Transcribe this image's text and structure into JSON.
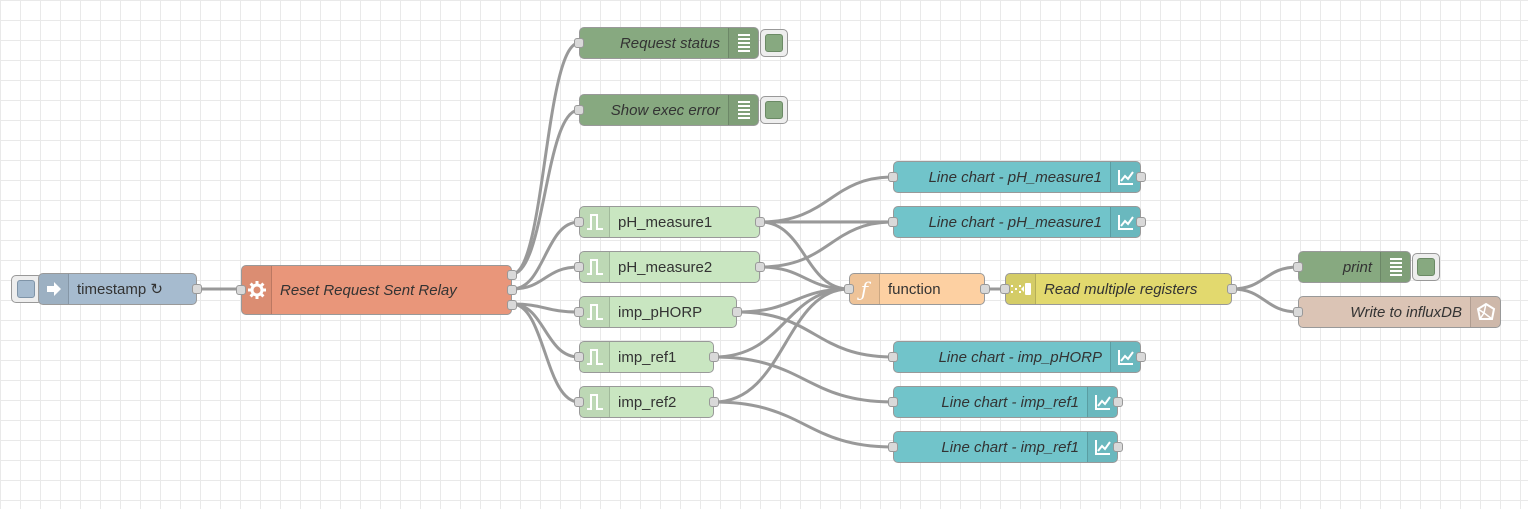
{
  "colors": {
    "inject": "#a6bbcf",
    "exec": "#e9967a",
    "debug": "#87a980",
    "rbe": "#c9e6c1",
    "chart": "#71c4ca",
    "function": "#fdd0a2",
    "modbus": "#e2d96e",
    "influx": "#dbc4b5",
    "wire": "#999999"
  },
  "nodes": {
    "timestamp": {
      "label": "timestamp ↻",
      "icon": "inject-arrow-icon"
    },
    "exec": {
      "label": "Reset Request Sent Relay",
      "icon": "gear-icon"
    },
    "request_status": {
      "label": "Request status",
      "icon": "debug-list-icon"
    },
    "show_exec_error": {
      "label": "Show exec error",
      "icon": "debug-list-icon"
    },
    "ph_measure1": {
      "label": "pH_measure1",
      "icon": "rbe-pulse-icon"
    },
    "ph_measure2": {
      "label": "pH_measure2",
      "icon": "rbe-pulse-icon"
    },
    "imp_phorp": {
      "label": "imp_pHORP",
      "icon": "rbe-pulse-icon"
    },
    "imp_ref1": {
      "label": "imp_ref1",
      "icon": "rbe-pulse-icon"
    },
    "imp_ref2": {
      "label": "imp_ref2",
      "icon": "rbe-pulse-icon"
    },
    "chart1": {
      "label": "Line chart - pH_measure1",
      "icon": "chart-icon"
    },
    "chart2": {
      "label": "Line chart - pH_measure1",
      "icon": "chart-icon"
    },
    "chart3": {
      "label": "Line chart - imp_pHORP",
      "icon": "chart-icon"
    },
    "chart4": {
      "label": "Line chart - imp_ref1",
      "icon": "chart-icon"
    },
    "chart5": {
      "label": "Line chart - imp_ref1",
      "icon": "chart-icon"
    },
    "function": {
      "label": "function",
      "icon": "function-icon"
    },
    "modbus": {
      "label": "Read multiple registers",
      "icon": "modbus-icon"
    },
    "print": {
      "label": "print",
      "icon": "debug-list-icon"
    },
    "influx": {
      "label": "Write to influxDB",
      "icon": "influxdb-icon"
    }
  }
}
